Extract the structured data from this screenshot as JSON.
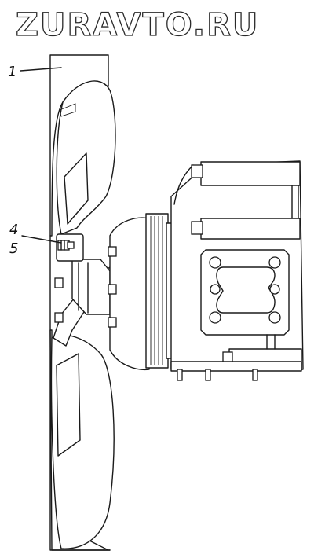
{
  "watermark": "ZURAVTO.RU",
  "callouts": [
    {
      "label": "1"
    },
    {
      "label": "4"
    },
    {
      "label": "5"
    }
  ]
}
